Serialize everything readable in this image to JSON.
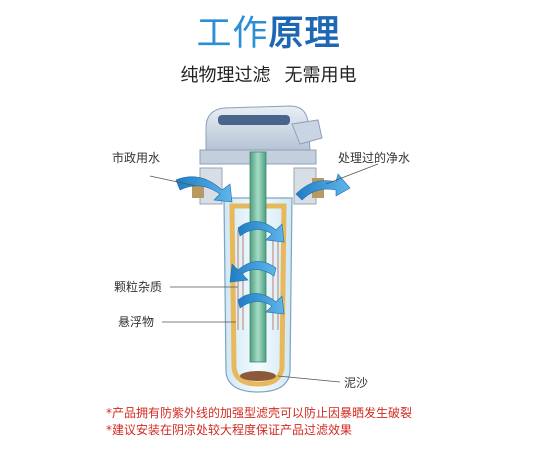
{
  "header": {
    "title_part1": "工作",
    "title_part2": "原理",
    "subtitle_part1": "纯物理过滤",
    "subtitle_part2": "无需用电"
  },
  "labels": {
    "inlet": "市政用水",
    "outlet": "处理过的净水",
    "particles": "颗粒杂质",
    "suspended": "悬浮物",
    "sediment": "泥沙"
  },
  "notes": [
    "*产品拥有防紫外线的加强型滤壳可以防止因暴晒发生破裂",
    "*建议安装在阴凉处较大程度保证产品过滤效果"
  ],
  "colors": {
    "title_light": "#2b8fd6",
    "title_dark": "#1e67b3",
    "note_red": "#d22a20",
    "water_blue": "#2f8fd0",
    "housing_gold": "#e7b95b",
    "filter_stripe": "#b87d6b",
    "core_green": "#5fae8e"
  }
}
